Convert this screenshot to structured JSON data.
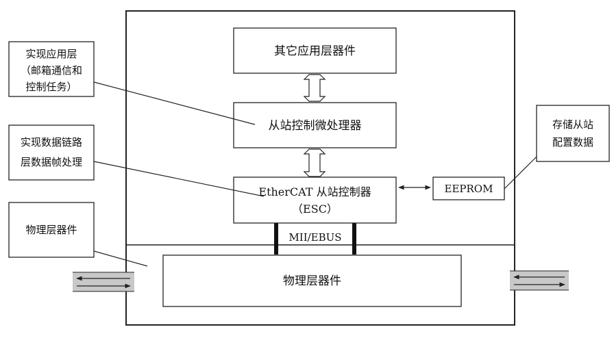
{
  "diagram": {
    "blocks": {
      "other_app": "其它应用层器件",
      "mcu": "从站控制微处理器",
      "esc_line1": "EtherCAT 从站控制器",
      "esc_line2": "（ESC）",
      "phy": "物理层器件",
      "eeprom": "EEPROM",
      "mii": "MII/EBUS"
    },
    "callouts": {
      "app_layer": [
        "实现应用层",
        "（邮箱通信和",
        "控制任务）"
      ],
      "datalink": [
        "实现数据链路",
        "层数据帧处理"
      ],
      "phy": "物理层器件",
      "eeprom_store": [
        "存储从站",
        "配置数据"
      ]
    },
    "colors": {
      "stroke": "#222222",
      "port_fill": "#c8c8c8",
      "background": "#ffffff"
    }
  }
}
